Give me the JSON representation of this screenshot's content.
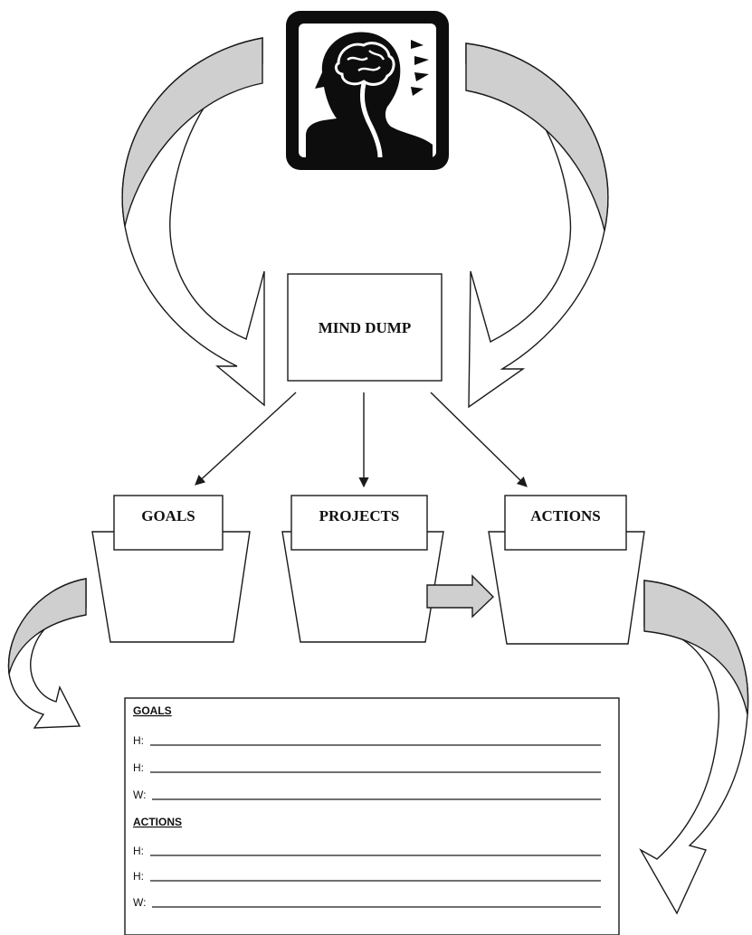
{
  "diagram": {
    "center_node": {
      "label": "MIND DUMP"
    },
    "buckets": [
      {
        "id": "goals",
        "label": "GOALS"
      },
      {
        "id": "projects",
        "label": "PROJECTS"
      },
      {
        "id": "actions",
        "label": "ACTIONS"
      }
    ],
    "form": {
      "goals_heading": "GOALS",
      "goals_lines": [
        "H:",
        "H:",
        "W:"
      ],
      "actions_heading": "ACTIONS",
      "actions_lines": [
        "H:",
        "H:",
        "W:"
      ]
    },
    "icons": [
      "head-brain-icon"
    ],
    "colors": {
      "arrow_fill": "#cfcfcf",
      "stroke": "#1a1a1a",
      "icon_frame": "#0d0d0d"
    }
  }
}
